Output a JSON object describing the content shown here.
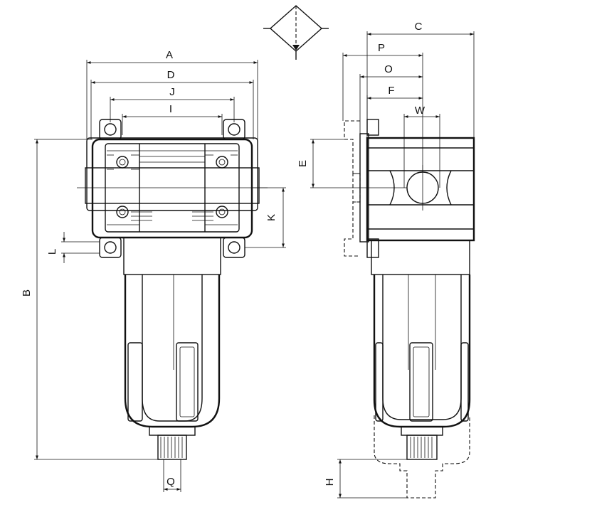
{
  "diagram": {
    "symbol": "filter-symbol",
    "front_view": {
      "dimension_labels": {
        "A": "A",
        "D": "D",
        "J": "J",
        "I": "I",
        "K": "K",
        "L": "L",
        "B": "B",
        "Q": "Q"
      }
    },
    "side_view": {
      "dimension_labels": {
        "C": "C",
        "P": "P",
        "O": "O",
        "F": "F",
        "W": "W",
        "E": "E",
        "H": "H"
      }
    },
    "colors": {
      "line": "#111111",
      "background": "#ffffff"
    }
  }
}
